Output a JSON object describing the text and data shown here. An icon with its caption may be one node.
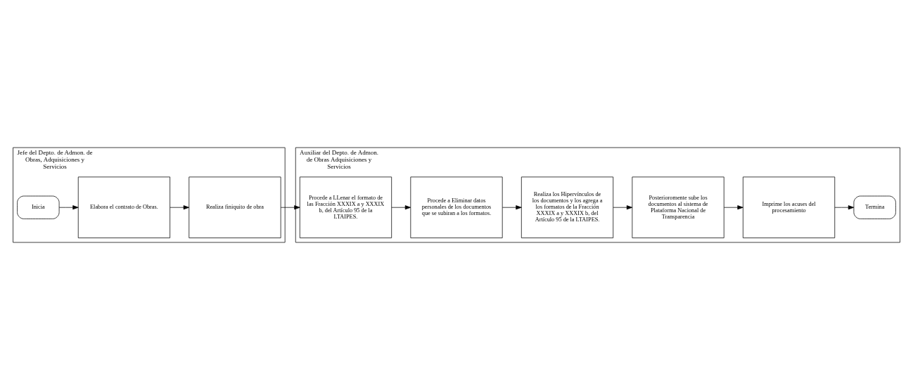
{
  "diagram": {
    "nodes": [
      {
        "text": [
          "Jefe del Depto. de Admon. de Obras, Adquisiciones y Servicios"
        ]
      },
      {
        "text": [
          "Inicia"
        ],
        "in": 0
      },
      {
        "text": [
          "Elabora el contrato de Obras."
        ],
        "in": 0
      },
      {
        "text": [
          "Realiza finiquito de obra"
        ],
        "in": 0
      },
      {
        "text": [
          "Auxiliar del Depto. de Admon. de Obras Adquisiciones y Servicios"
        ]
      },
      {
        "text": [
          "Procede a LLenar el formato de las Fracción XXXIX a y XXXIX b, del Artículo 95 de la LTAIPES."
        ],
        "in": 4
      },
      {
        "text": [
          "Procede a Eliminar datos personales de los documentos que se subiran a los formatos."
        ],
        "in": 4
      },
      {
        "text": [
          "Realiza los Hipervínculos de los documentos y los agrega a los formatos de la Fracción XXXIX a y XXXIX b, del Artículo 95 de la LTAIPES."
        ],
        "in": 4
      },
      {
        "text": [
          "Posterioromente sube los documentos al sistema de Plataforma Nacional de Transparencia"
        ],
        "in": 4
      },
      {
        "text": [
          "Imprime los acuses del procesamiento"
        ],
        "in": 4
      },
      {
        "text": [
          "Termina"
        ],
        "in": 4
      }
    ],
    "edges": [
      {
        "from": 1,
        "to": 2,
        "arrow": "to"
      },
      {
        "from": 2,
        "to": 3,
        "arrow": "to"
      },
      {
        "from": 3,
        "to": 5,
        "arrow": "to"
      },
      {
        "from": 5,
        "to": 6,
        "arrow": "to"
      },
      {
        "from": 6,
        "to": 7,
        "arrow": "to"
      },
      {
        "from": 7,
        "to": 8,
        "arrow": "to"
      },
      {
        "from": 8,
        "to": 9,
        "arrow": "to"
      },
      {
        "from": 9,
        "to": 10,
        "arrow": "to"
      }
    ]
  }
}
